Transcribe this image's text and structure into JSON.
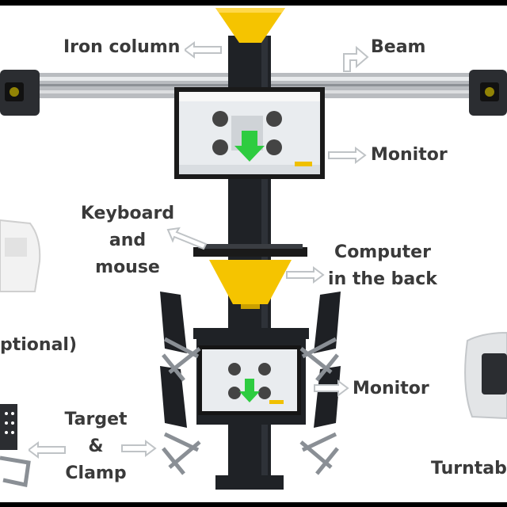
{
  "labels": {
    "iron_column": "Iron column",
    "beam": "Beam",
    "monitor_top": "Monitor",
    "keyboard_line1": "Keyboard",
    "keyboard_line2": "and",
    "keyboard_line3": "mouse",
    "computer_line1": "Computer",
    "computer_line2": "in the back",
    "optional": "ptional)",
    "monitor_bottom": "Monitor",
    "target_line1": "Target",
    "target_line2": "&",
    "target_line3": "Clamp",
    "turntable": "Turntabl"
  },
  "colors": {
    "yellow": "#f5c400",
    "column": "#1f2226",
    "beam": "#b9bcc0",
    "arrow": "#bfc3c6",
    "screen_green": "#2ecc40",
    "text": "#3a3a3a"
  }
}
